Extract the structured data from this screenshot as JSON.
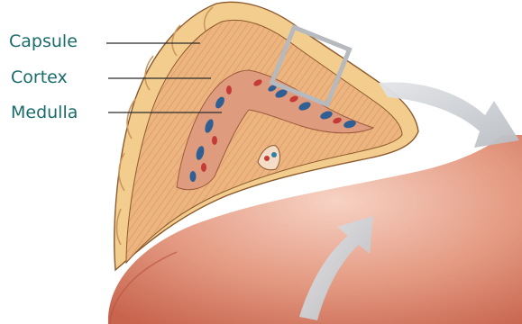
{
  "labels": {
    "capsule": "Capsule",
    "cortex": "Cortex",
    "medulla": "Medulla"
  },
  "colors": {
    "label_text": "#1a6b6b",
    "leader_line": "#2b2b2b",
    "capsule": "#f2cd8e",
    "cortex": "#e8a870",
    "medulla": "#d98b6a",
    "kidney": "#d87a60",
    "arrow": "#c9ccd0"
  }
}
